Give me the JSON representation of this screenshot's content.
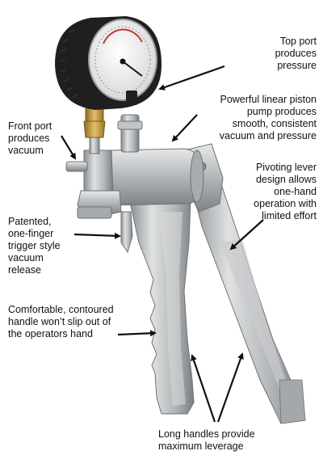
{
  "callouts": {
    "top_port": "Top port\nproduces\npressure",
    "piston": "Powerful linear piston\npump produces\nsmooth, consistent\nvacuum and pressure",
    "front_port": "Front port\nproduces\nvacuum",
    "lever": "Pivoting lever\ndesign allows\none-hand\noperation with\nlimited effort",
    "trigger": "Patented,\none-finger\ntrigger style\nvacuum\nrelease",
    "handle": "Comfortable, contoured\nhandle won’t slip out of\nthe operators hand",
    "long_handles": "Long handles provide\nmaximum leverage"
  },
  "colors": {
    "metal": "#b9bcbe",
    "metal_dark": "#7d8083",
    "metal_light": "#e4e6e7",
    "gauge_housing": "#1f1f1f",
    "brass": "#c49a3c",
    "arrow": "#111111"
  }
}
